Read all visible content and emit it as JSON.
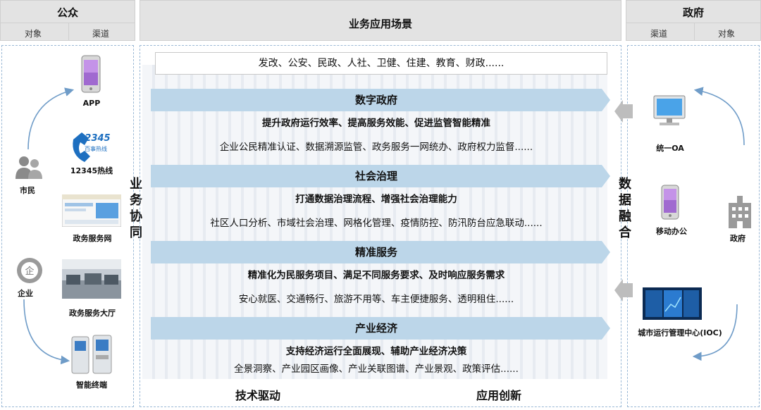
{
  "public": {
    "title": "公众",
    "col1": "对象",
    "col2": "渠道"
  },
  "center": {
    "title": "业务应用场景",
    "sectors": "发改、公安、民政、人社、卫健、住建、教育、财政......"
  },
  "gov": {
    "title": "政府",
    "col1": "渠道",
    "col2": "对象"
  },
  "left_items": {
    "app": "APP",
    "hotline": "12345热线",
    "hotline_logo_num": "12345",
    "hotline_logo_text": "百事热线",
    "citizen": "市民",
    "website": "政务服务网",
    "enterprise": "企业",
    "enterprise_badge": "企",
    "hall": "政务服务大厅",
    "terminal": "智能终端"
  },
  "left_vertical": "业务协同",
  "right_vertical": "数据融合",
  "right_items": {
    "oa": "统一OA",
    "mobile_office": "移动办公",
    "government": "政府",
    "ioc": "城市运行管理中心(IOC)"
  },
  "bands": [
    {
      "title": "数字政府",
      "line1": "提升政府运行效率、提高服务效能、促进监管智能精准",
      "line2": "企业公民精准认证、数据溯源监管、政务服务一网统办、政府权力监督......"
    },
    {
      "title": "社会治理",
      "line1": "打通数据治理流程、增强社会治理能力",
      "line2": "社区人口分析、市域社会治理、网格化管理、疫情防控、防汛防台应急联动......"
    },
    {
      "title": "精准服务",
      "line1": "精准化为民服务项目、满足不同服务要求、及时响应服务需求",
      "line2": "安心就医、交通畅行、旅游不用等、车主便捷服务、透明租住......"
    },
    {
      "title": "产业经济",
      "line1": "支持经济运行全面展现、辅助产业经济决策",
      "line2": "全景洞察、产业园区画像、产业关联图谱、产业景观、政策评估......"
    }
  ],
  "footer": {
    "left": "技术驱动",
    "right": "应用创新"
  },
  "colors": {
    "band": "#bcd6e9",
    "dash": "#9bb9d6",
    "header": "#e3e3e3",
    "arrow": "#6f9cc8"
  }
}
